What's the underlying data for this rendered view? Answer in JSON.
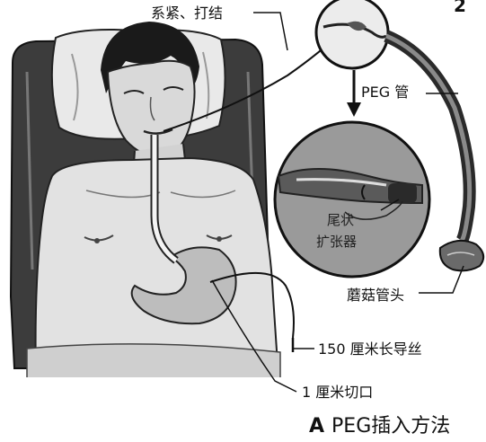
{
  "labels": {
    "tie": "系紧、打结",
    "peg_tube": "PEG 管",
    "dilator_line1": "尾状",
    "dilator_line2": "扩张器",
    "mushroom_head": "蘑菇管头",
    "guidewire": "150 厘米长导丝",
    "incision": "1 厘米切口"
  },
  "caption": {
    "letter": "A",
    "text": "PEG插入方法"
  },
  "corner_mark": "2"
}
